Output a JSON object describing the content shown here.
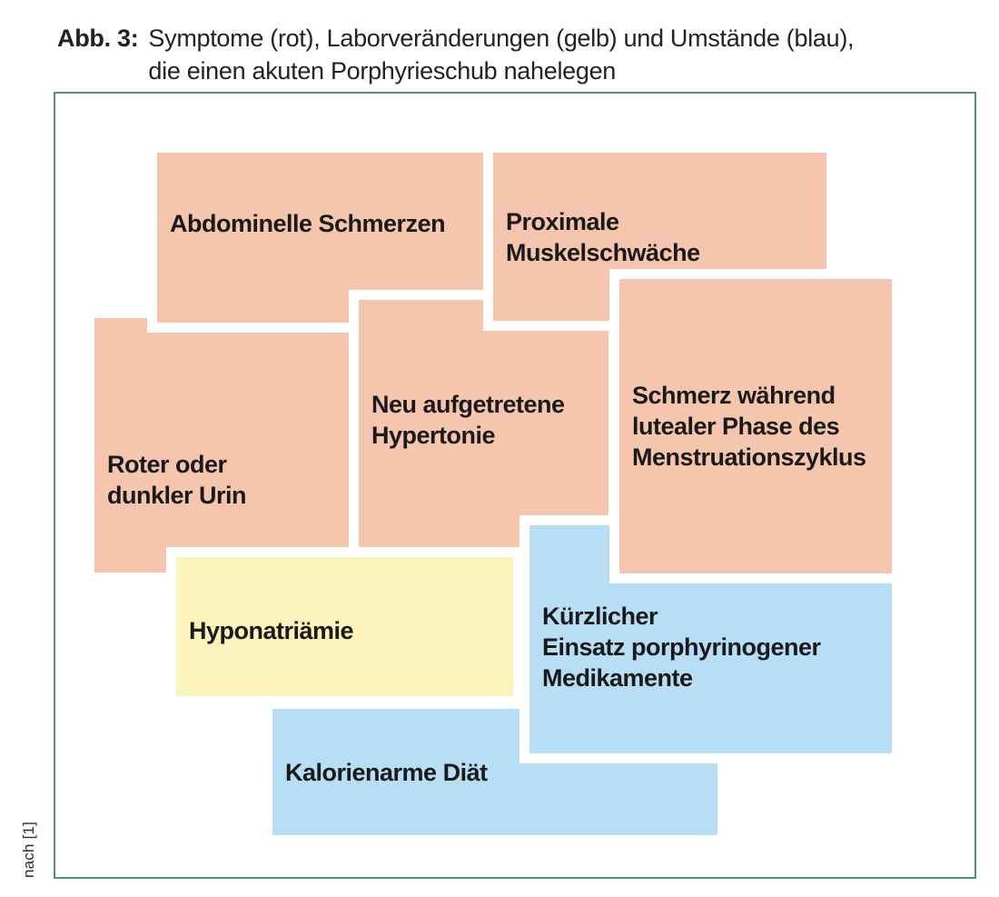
{
  "figure": {
    "label": "Abb. 3:",
    "title_line1": "Symptome (rot), Laborveränderungen (gelb) und Umstände (blau),",
    "title_line2": "die einen akuten Porphyrieschub nahelegen"
  },
  "source_note": "nach [1]",
  "legend_colors": {
    "symptom_red": "#f6c5ad",
    "labor_yellow": "#faf4bc",
    "umstand_blue": "#b8def5",
    "frame_teal": "#4e8d89",
    "text": "#1a1a1a"
  },
  "boxes": {
    "abdominelle": {
      "category": "symptom",
      "lines": [
        "Abdominelle Schmerzen"
      ]
    },
    "proximale": {
      "category": "symptom",
      "lines": [
        "Proximale",
        "Muskelschwäche"
      ]
    },
    "roter": {
      "category": "symptom",
      "lines": [
        "Roter oder",
        "dunkler Urin"
      ]
    },
    "hypertonie": {
      "category": "symptom",
      "lines": [
        "Neu aufgetretene",
        "Hypertonie"
      ]
    },
    "schmerz": {
      "category": "symptom",
      "lines": [
        "Schmerz während",
        "lutealer Phase des",
        "Menstruationszyklus"
      ]
    },
    "hyponatriaemie": {
      "category": "labor",
      "lines": [
        "Hyponatriämie"
      ]
    },
    "kuerzlicher": {
      "category": "umstand",
      "lines": [
        "Kürzlicher",
        "Einsatz porphyrinogener",
        "Medikamente"
      ]
    },
    "kalorienarme": {
      "category": "umstand",
      "lines": [
        "Kalorienarme Diät"
      ]
    }
  }
}
